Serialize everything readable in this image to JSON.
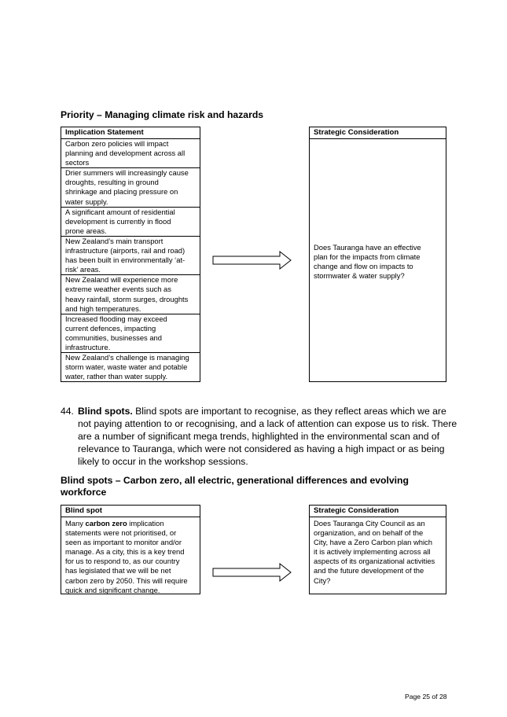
{
  "section1": {
    "heading": "Priority – Managing climate risk and hazards",
    "left_header": "Implication Statement",
    "right_header": "Strategic Consideration",
    "implications": [
      [
        "Carbon zero policies will impact",
        "planning and development across all",
        "sectors"
      ],
      [
        "Drier summers will increasingly cause",
        "droughts, resulting in ground",
        "shrinkage and placing pressure on",
        "water supply."
      ],
      [
        "A significant amount of residential",
        "development is currently in flood",
        "prone areas."
      ],
      [
        "New Zealand’s main transport",
        "infrastructure (airports, rail and road)",
        "has been built in environmentally ‘at-",
        "risk’ areas."
      ],
      [
        "New Zealand will experience more",
        "extreme weather events such as",
        "heavy rainfall, storm surges, droughts",
        "and high temperatures."
      ],
      [
        "Increased flooding may exceed",
        "current defences, impacting",
        "communities, businesses and",
        "infrastructure."
      ],
      [
        "New Zealand’s challenge is managing",
        "storm water, waste water and potable",
        "water, rather than water supply."
      ]
    ],
    "consideration": [
      "Does Tauranga have an effective",
      "plan for the impacts from climate",
      "change and flow on impacts to",
      "stormwater & water supply?"
    ]
  },
  "paragraph44": {
    "number": "44.",
    "bold": "Blind spots.",
    "lines": [
      " Blind spots are important to recognise, as they reflect areas which we are",
      "not paying attention to or recognising, and a lack of attention can expose us to risk. There",
      "are a number of significant mega trends, highlighted in the environmental scan and of",
      "relevance to Tauranga, which were not considered as having a high impact or as being",
      "likely to occur in the workshop sessions."
    ]
  },
  "section2": {
    "heading_lines": [
      "Blind spots – Carbon zero, all electric, generational differences and evolving",
      "workforce"
    ],
    "left_header": "Blind spot",
    "right_header": "Strategic Consideration",
    "blind_spot": {
      "l1_pre": "Many ",
      "l1_bold": "carbon zero",
      "l1_post": " implication",
      "rest": [
        "statements were not prioritised, or",
        "seen as important to monitor and/or",
        "manage. As a city, this is a key trend",
        "for us to respond to, as our country",
        "has legislated that we will be net",
        "carbon zero by 2050. This will require",
        "quick and significant change."
      ]
    },
    "consideration": [
      "Does Tauranga City Council as an",
      "organization, and on behalf of the",
      "City, have a Zero Carbon plan which",
      "it is actively implementing across all",
      "aspects of its organizational activities",
      "and the future development of the",
      "City?"
    ]
  },
  "footer": {
    "page": "Page 25 of 28"
  }
}
